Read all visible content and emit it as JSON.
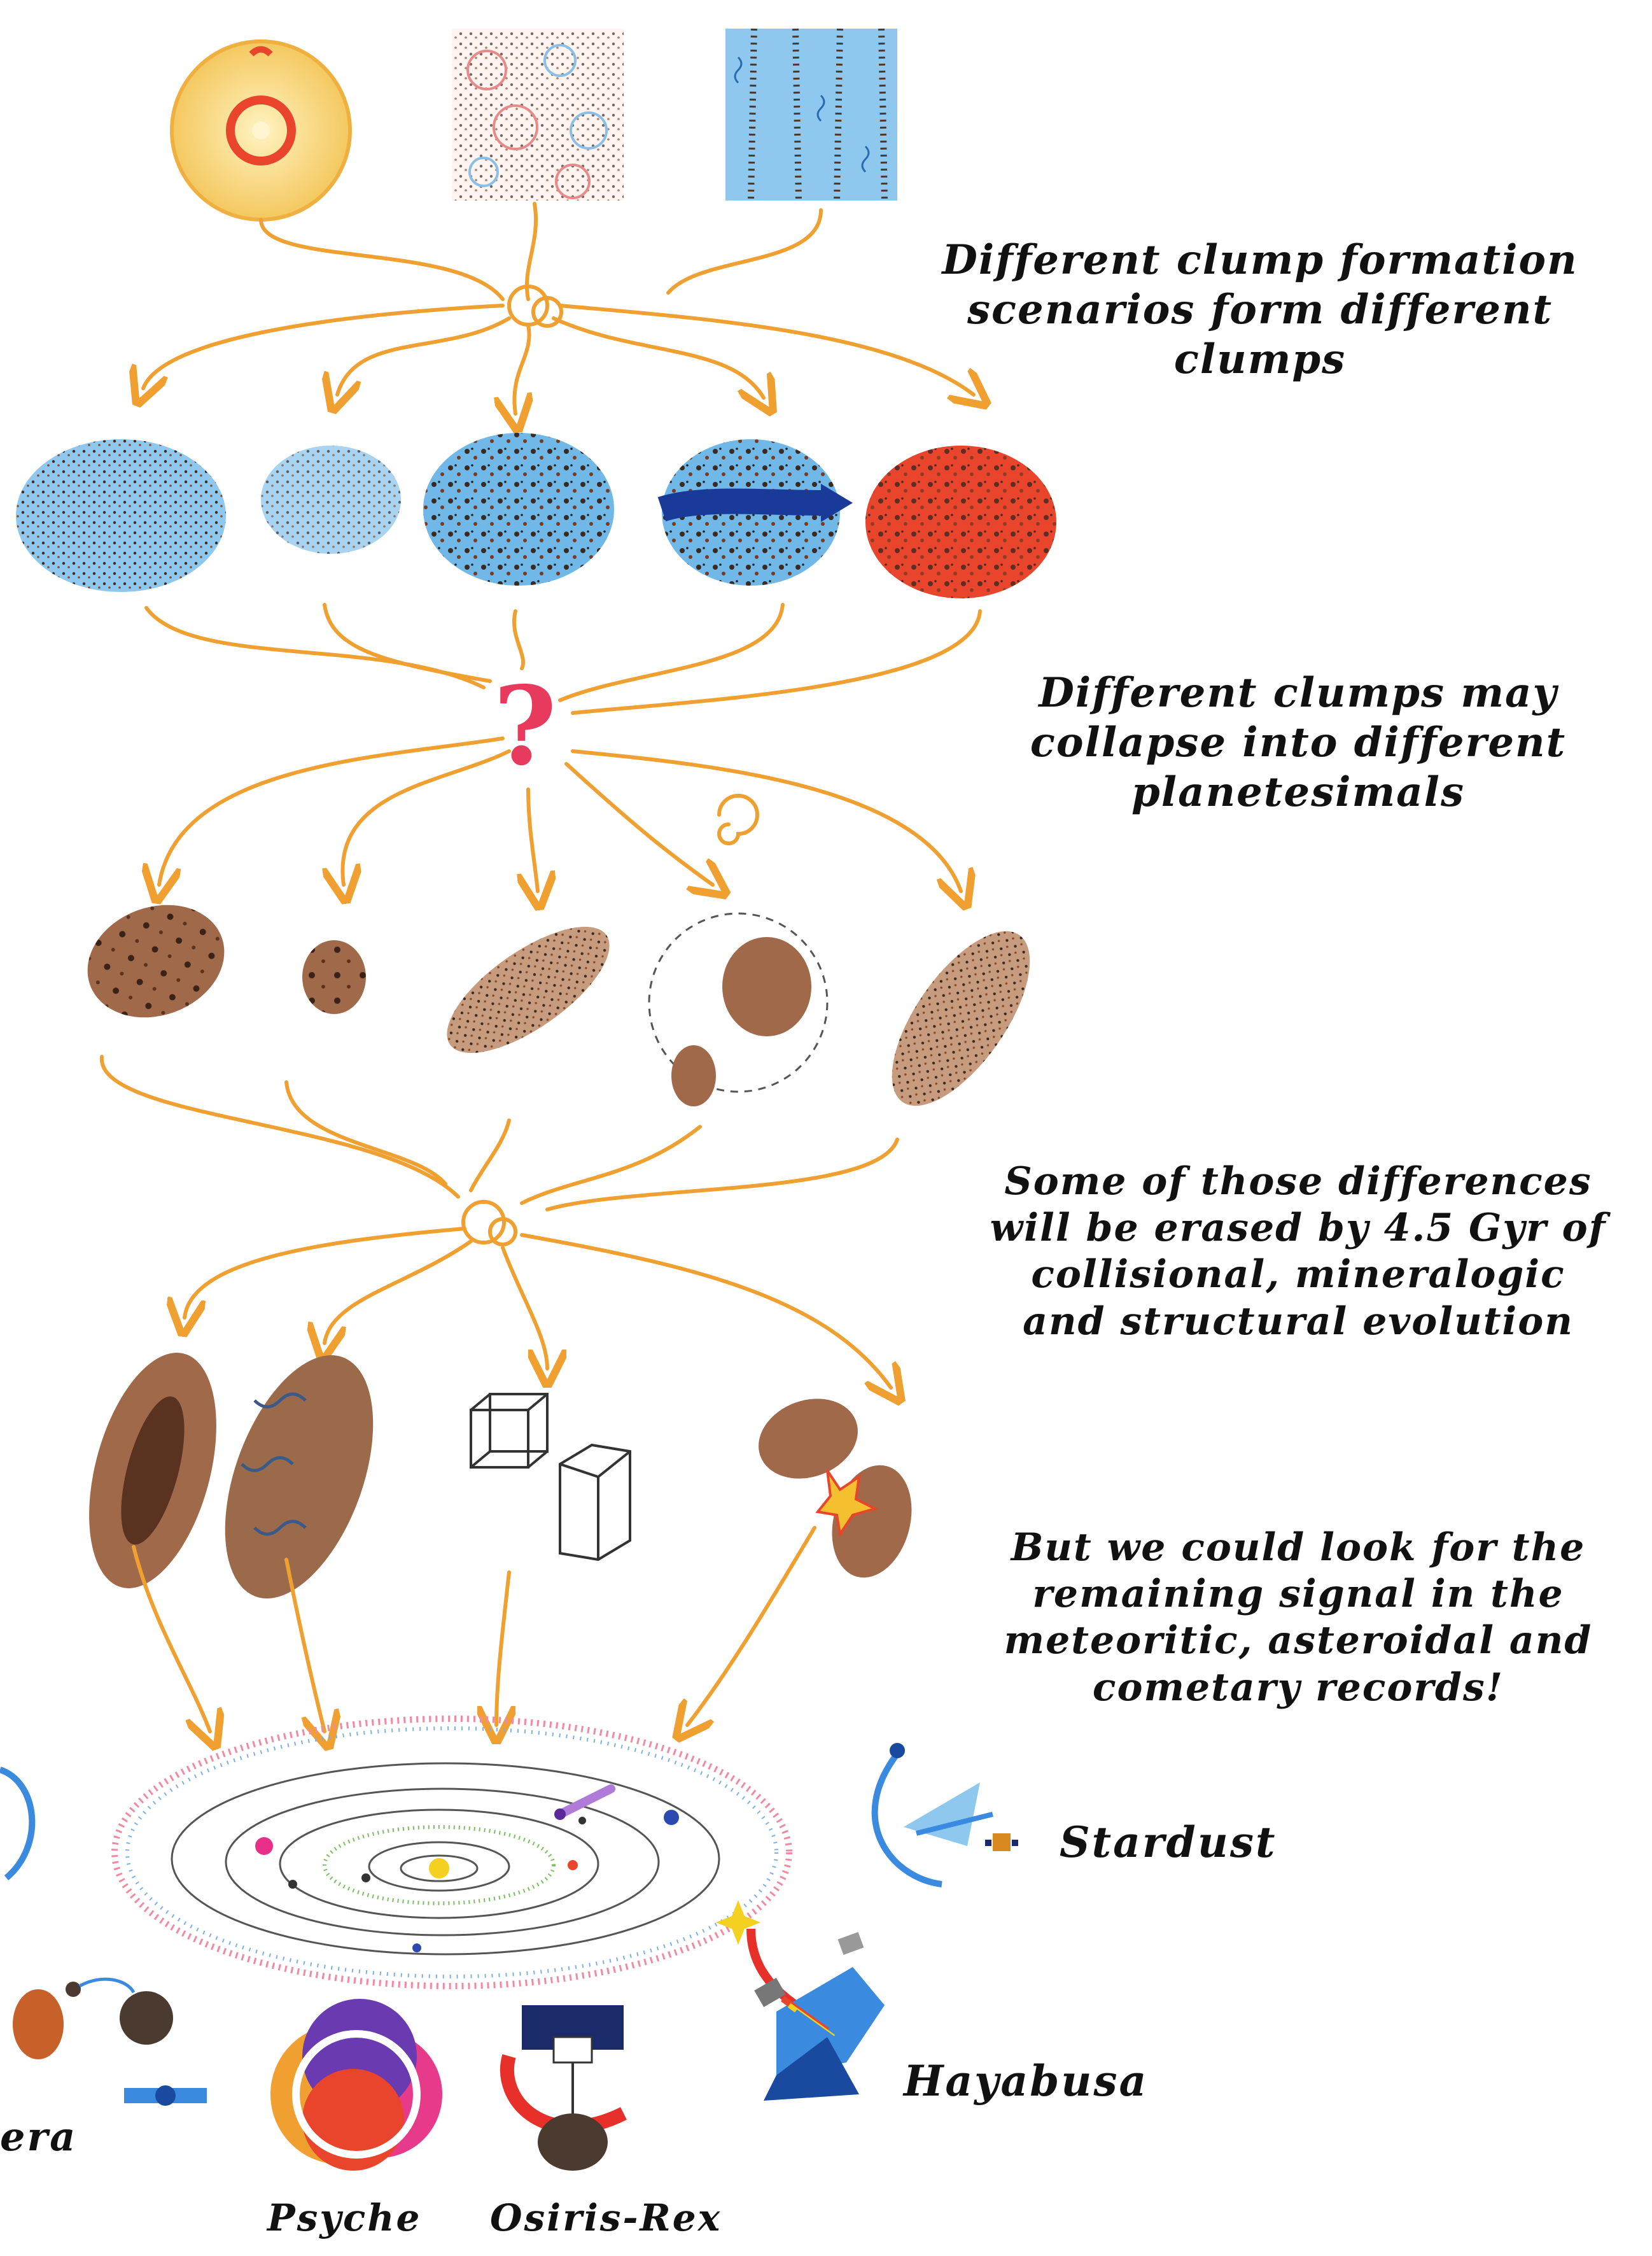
{
  "captions": {
    "step1": [
      "Different clump formation",
      "scenarios form different",
      "clumps"
    ],
    "step2": [
      "Different clumps may",
      "collapse into different",
      "planetesimals"
    ],
    "step3": [
      "Some of those differences",
      "will be erased by 4.5 Gyr of",
      "collisional, mineralogic",
      "and structural evolution"
    ],
    "step4": [
      "But we could look for the",
      "remaining signal in the",
      "meteoritic, asteroidal and",
      "cometary records!"
    ]
  },
  "question_mark": "?",
  "missions": {
    "stardust": "Stardust",
    "hayabusa": "Hayabusa",
    "hera": "era",
    "psyche": "Psyche",
    "osiris_rex": "Osiris-Rex"
  },
  "colors": {
    "arrow": "#f0a030",
    "blue_clump": "#6fb8e8",
    "red_clump": "#e8452c",
    "rock": "#a0694a",
    "question": "#e83a5c"
  }
}
